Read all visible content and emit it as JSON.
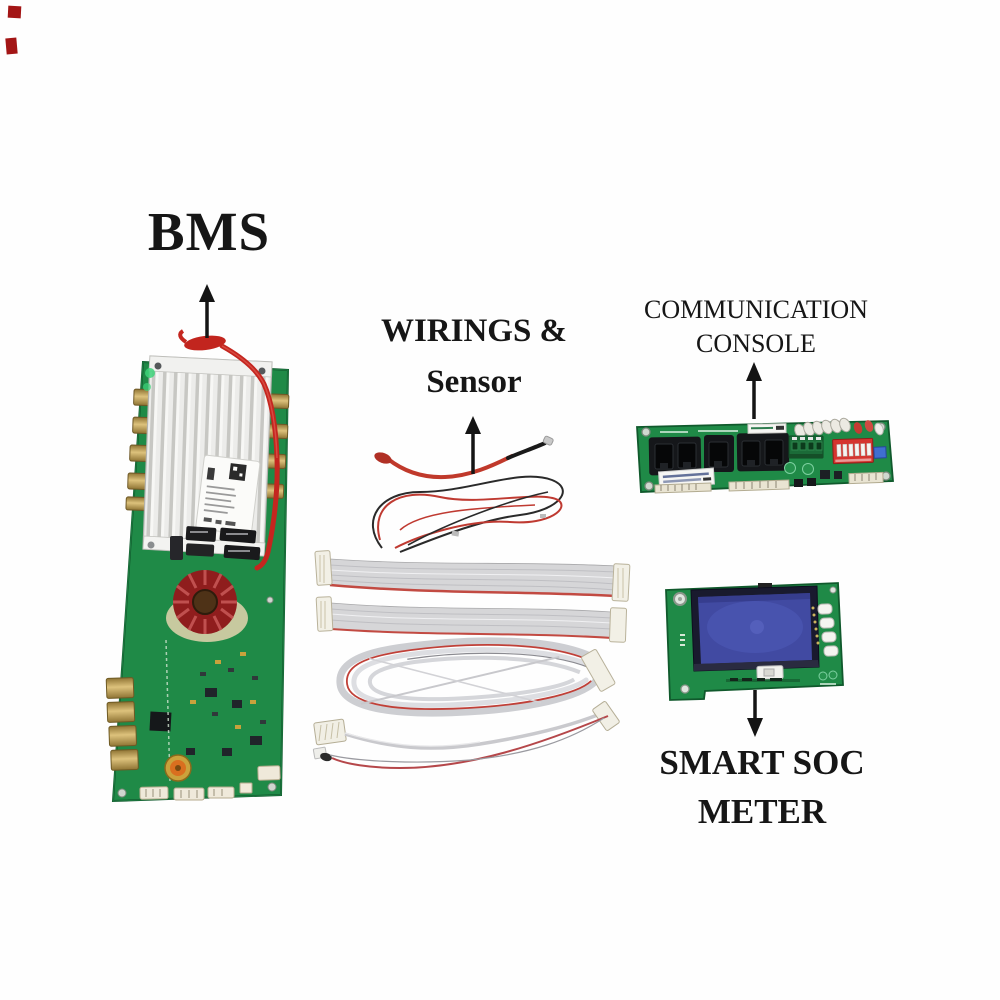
{
  "image_type": "product-photo",
  "background": "#fefefe",
  "annotations": {
    "bms": {
      "label": "BMS",
      "arrow_direction": "up-toward-label"
    },
    "wirings": {
      "label_line1": "WIRINGS &",
      "label_line2": "Sensor",
      "arrow_direction": "up-toward-label"
    },
    "console": {
      "label_line1": "COMMUNICATION",
      "label_line2": "CONSOLE",
      "arrow_direction": "up-toward-label"
    },
    "soc_meter": {
      "label_line1": "SMART SOC",
      "label_line2": "METER",
      "arrow_direction": "down-toward-label"
    }
  },
  "components": {
    "bms_board": "green BMS PCB with aluminum finned heatsink, red loop wire, white QR label, red toroidal inductor, gold battery terminals and connectors",
    "wiring_harness": "red/black temperature sensor wires, two grey balance-wire ribbon harnesses with white connectors, coiled ribbon bundle, thin sensor cables",
    "communication_console": "green PCB with five RJ45 ports, green screw terminal block, red DIP switch, white stickers and pin headers",
    "soc_meter": "green PCB with blue LCD display and four white push buttons"
  },
  "colors": {
    "pcb_green": "#1f8a47",
    "pcb_green_dark": "#10592c",
    "heatsink_silver": "#ececea",
    "wire_red": "#c4261f",
    "toroid_red": "#8f1d1d",
    "gold_connector": "#b59047",
    "rj45_black": "#15171a",
    "dip_switch_red": "#d5352f",
    "terminal_green": "#1b6b38",
    "lcd_blue": "#414aa2",
    "ribbon_grey": "#d6d6d8",
    "annotation_text": "#161616",
    "corner_mark_red": "#a31515"
  }
}
